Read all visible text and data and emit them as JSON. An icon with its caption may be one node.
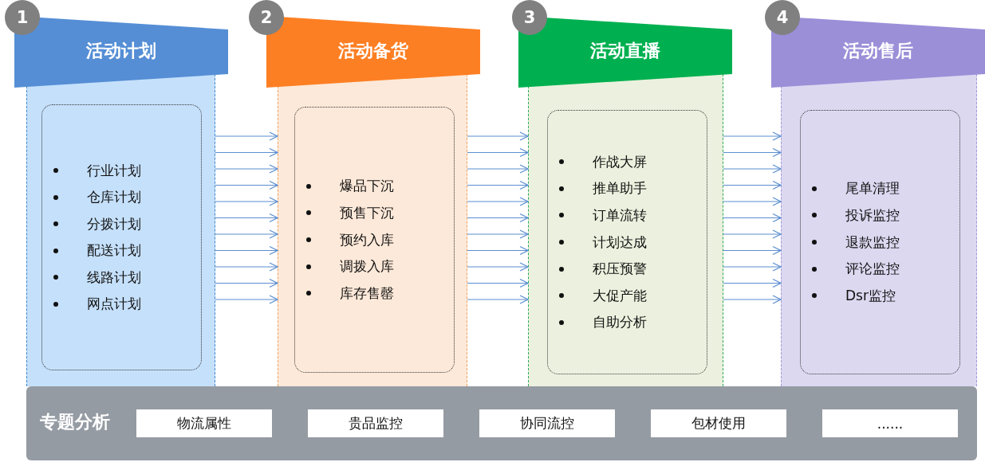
{
  "diagram": {
    "nodes": [
      {
        "text": [
          "1"
        ]
      },
      {
        "text": [
          "活动计划"
        ]
      },
      {
        "text": [],
        "shape": "box"
      },
      {
        "text": [
          "行业计划",
          "仓库计划",
          "分拨计划",
          "配送计划",
          "线路计划",
          "网点计划"
        ],
        "in": 2
      },
      {
        "text": [
          "2"
        ]
      },
      {
        "text": [
          "活动备货"
        ]
      },
      {
        "text": [],
        "shape": "box"
      },
      {
        "text": [
          "爆品下沉",
          "预售下沉",
          "预约入库",
          "调拨入库",
          "库存售罄"
        ],
        "in": 6
      },
      {
        "text": [
          "3"
        ]
      },
      {
        "text": [
          "活动直播"
        ]
      },
      {
        "text": [],
        "shape": "box"
      },
      {
        "text": [
          "作战大屏",
          "推单助手",
          "订单流转",
          "计划达成",
          "积压预警",
          "大促产能",
          "自助分析"
        ],
        "in": 10
      },
      {
        "text": [
          "4"
        ]
      },
      {
        "text": [
          "活动售后"
        ]
      },
      {
        "text": [],
        "shape": "box"
      },
      {
        "text": [
          "尾单清理",
          "投诉监控",
          "退款监控",
          "评论监控",
          "Dsr监控"
        ],
        "in": 14
      },
      {
        "text": [
          "专题分析"
        ]
      },
      {
        "text": [
          "物流属性"
        ],
        "in": 16
      },
      {
        "text": [
          "贵品监控"
        ],
        "in": 16
      },
      {
        "text": [
          "协同流控"
        ],
        "in": 16
      },
      {
        "text": [
          "包材使用"
        ],
        "in": 16
      },
      {
        "text": [
          "......"
        ],
        "in": 16
      }
    ],
    "edges": [
      {
        "from": 2,
        "to": 6,
        "arrow": "to"
      },
      {
        "from": 2,
        "to": 6,
        "arrow": "to"
      },
      {
        "from": 2,
        "to": 6,
        "arrow": "to"
      },
      {
        "from": 2,
        "to": 6,
        "arrow": "to"
      },
      {
        "from": 2,
        "to": 6,
        "arrow": "to"
      },
      {
        "from": 2,
        "to": 6,
        "arrow": "to"
      },
      {
        "from": 2,
        "to": 6,
        "arrow": "to"
      },
      {
        "from": 2,
        "to": 6,
        "arrow": "to"
      },
      {
        "from": 2,
        "to": 6,
        "arrow": "to"
      },
      {
        "from": 2,
        "to": 6,
        "arrow": "to"
      },
      {
        "from": 2,
        "to": 6,
        "arrow": "to"
      },
      {
        "from": 6,
        "to": 10,
        "arrow": "to"
      },
      {
        "from": 6,
        "to": 10,
        "arrow": "to"
      },
      {
        "from": 6,
        "to": 10,
        "arrow": "to"
      },
      {
        "from": 6,
        "to": 10,
        "arrow": "to"
      },
      {
        "from": 6,
        "to": 10,
        "arrow": "to"
      },
      {
        "from": 6,
        "to": 10,
        "arrow": "to"
      },
      {
        "from": 6,
        "to": 10,
        "arrow": "to"
      },
      {
        "from": 6,
        "to": 10,
        "arrow": "to"
      },
      {
        "from": 6,
        "to": 10,
        "arrow": "to"
      },
      {
        "from": 6,
        "to": 10,
        "arrow": "to"
      },
      {
        "from": 6,
        "to": 10,
        "arrow": "to"
      },
      {
        "from": 10,
        "to": 14,
        "arrow": "to"
      },
      {
        "from": 10,
        "to": 14,
        "arrow": "to"
      },
      {
        "from": 10,
        "to": 14,
        "arrow": "to"
      },
      {
        "from": 10,
        "to": 14,
        "arrow": "to"
      },
      {
        "from": 10,
        "to": 14,
        "arrow": "to"
      },
      {
        "from": 10,
        "to": 14,
        "arrow": "to"
      },
      {
        "from": 10,
        "to": 14,
        "arrow": "to"
      },
      {
        "from": 10,
        "to": 14,
        "arrow": "to"
      },
      {
        "from": 10,
        "to": 14,
        "arrow": "to"
      },
      {
        "from": 10,
        "to": 14,
        "arrow": "to"
      },
      {
        "from": 10,
        "to": 14,
        "arrow": "to"
      }
    ]
  }
}
